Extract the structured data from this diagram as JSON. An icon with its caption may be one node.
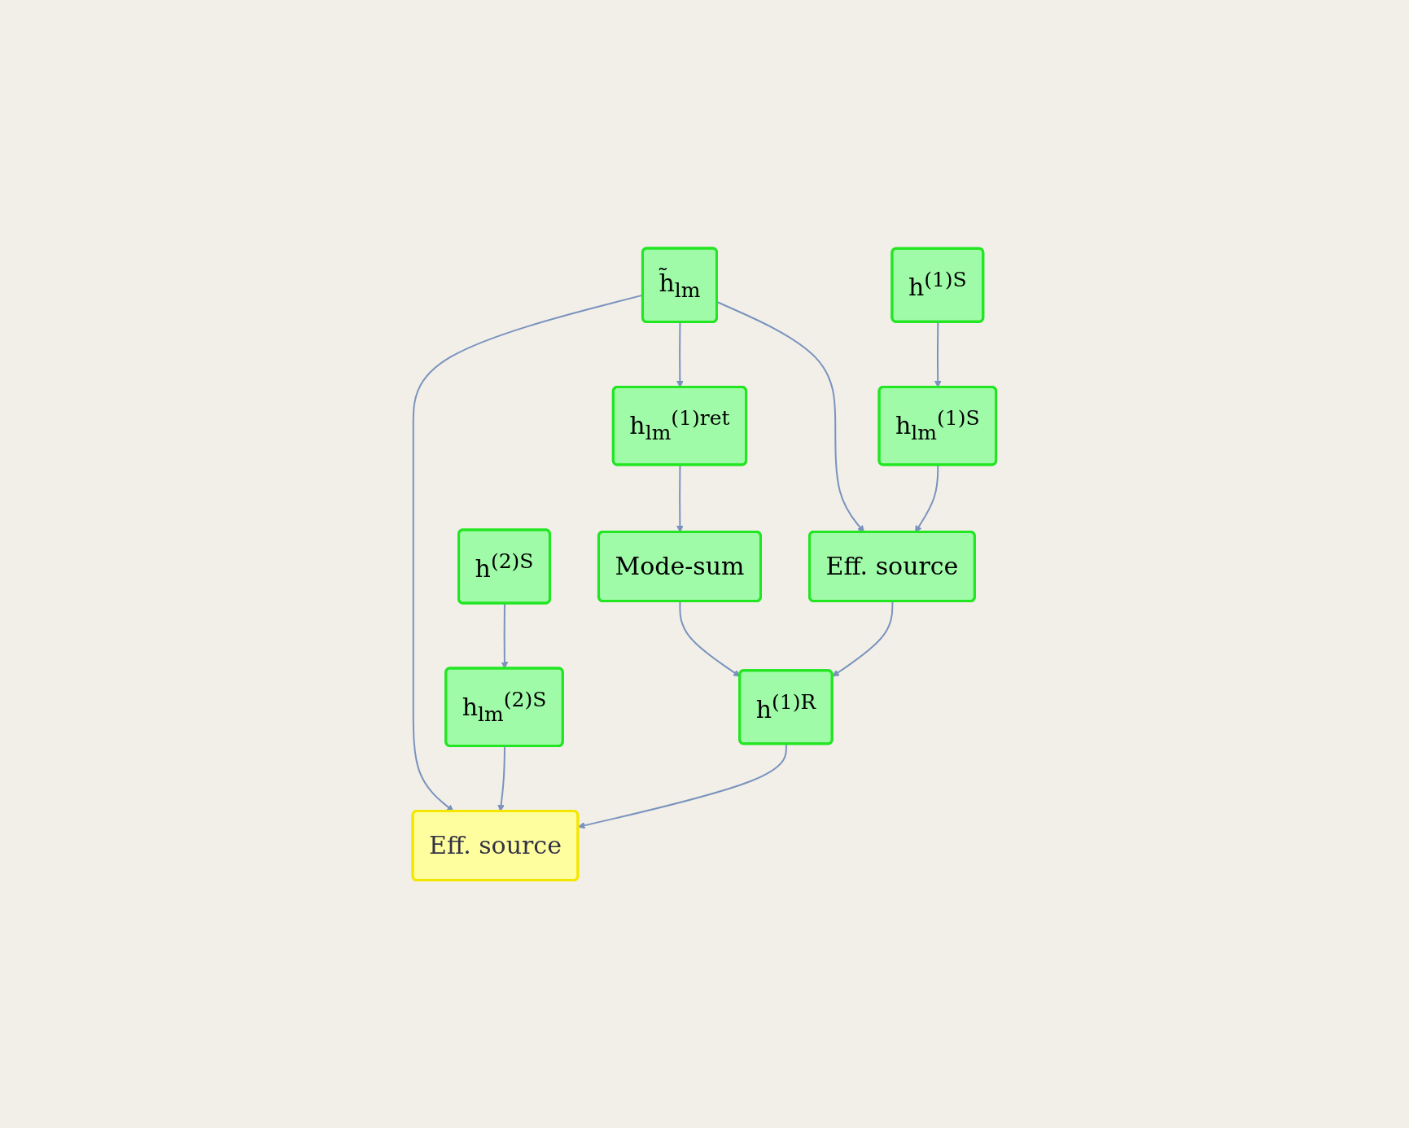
{
  "diagram": {
    "nodes": [
      {
        "text": [
          "h̃$_{lm}$"
        ]
      },
      {
        "text": [
          "h$^{(1)S}$"
        ]
      },
      {
        "text": [
          "h$^{(2)S}$"
        ]
      },
      {
        "text": [
          "h$_{lm}$$^{(1)ret}$"
        ]
      },
      {
        "text": [
          "h$_{lm}$$^{(1)S}$"
        ]
      },
      {
        "text": [
          "h$_{lm}$$^{(2)S}$"
        ]
      },
      {
        "text": [
          "Mode-sum"
        ]
      },
      {
        "text": [
          "Eff. source"
        ]
      },
      {
        "text": [
          "Eff. source"
        ]
      },
      {
        "text": [
          "h$^{(1)R}$"
        ]
      }
    ],
    "edges": [
      {
        "from": 0,
        "to": 3,
        "arrow": "to"
      },
      {
        "from": 0,
        "to": 7,
        "arrow": "to"
      },
      {
        "from": 0,
        "to": 8,
        "arrow": "to"
      },
      {
        "from": 1,
        "to": 4,
        "arrow": "to"
      },
      {
        "from": 2,
        "to": 5,
        "arrow": "to"
      },
      {
        "from": 3,
        "to": 6,
        "arrow": "to"
      },
      {
        "from": 4,
        "to": 7,
        "arrow": "to"
      },
      {
        "from": 5,
        "to": 8,
        "arrow": "to"
      },
      {
        "from": 6,
        "to": 9,
        "arrow": "to"
      },
      {
        "from": 7,
        "to": 9,
        "arrow": "to"
      },
      {
        "from": 9,
        "to": 8,
        "arrow": "to"
      }
    ]
  }
}
